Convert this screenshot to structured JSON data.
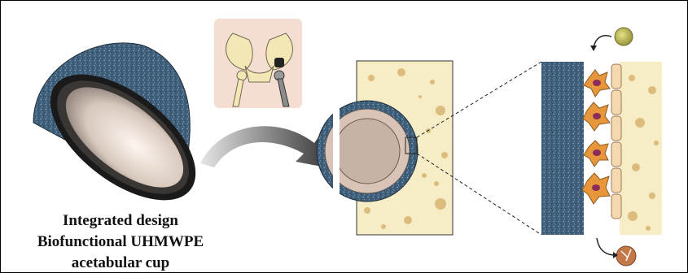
{
  "caption": {
    "line1": "Integrated design",
    "line2": "Biofunctional UHMWPE",
    "line3": "acetabular cup"
  },
  "colors": {
    "coating": "#3f5f7a",
    "bone": "#f6edc6",
    "bone_pore": "#d8b470",
    "liner": "#d9c3b6",
    "cell": "#e8963a",
    "nucleus": "#8a2d5a",
    "arrow": "#5a5a5a",
    "good_particle": "#b8b34a",
    "bad_particle": "#c47848"
  },
  "icons": [
    "pelvis-implant-icon",
    "curved-arrow-icon",
    "cell-icon",
    "particle-icon"
  ]
}
